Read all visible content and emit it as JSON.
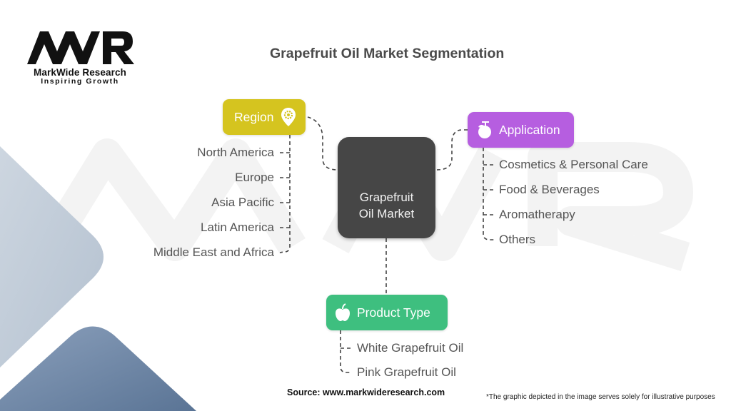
{
  "brand": {
    "name": "MarkWide Research",
    "tagline": "Inspiring Growth",
    "logo_mark": "MWR"
  },
  "title": "Grapefruit Oil Market Segmentation",
  "center_node": {
    "label": "Grapefruit\nOil Market",
    "color": "#464646"
  },
  "segments": {
    "region": {
      "label": "Region",
      "icon": "map-pin-gear-icon",
      "color": "#d5c41f",
      "items": [
        "North America",
        "Europe",
        "Asia Pacific",
        "Latin America",
        "Middle East and Africa"
      ]
    },
    "application": {
      "label": "Application",
      "icon": "fruit-icon",
      "color": "#b65ee0",
      "items": [
        "Cosmetics & Personal Care",
        "Food & Beverages",
        "Aromatherapy",
        "Others"
      ]
    },
    "product_type": {
      "label": "Product Type",
      "icon": "apple-icon",
      "color": "#3ebf7f",
      "items": [
        "White Grapefruit Oil",
        "Pink Grapefruit Oil"
      ]
    }
  },
  "footer": {
    "source": "Source: www.markwideresearch.com",
    "note": "*The graphic depicted in the image serves solely for illustrative purposes"
  }
}
